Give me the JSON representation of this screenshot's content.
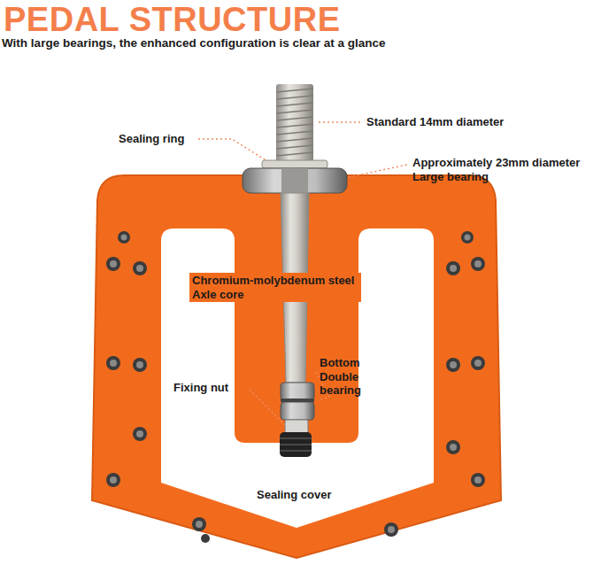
{
  "diagram": {
    "title": "PEDAL STRUCTURE",
    "labels": [
      "With large bearings, the enhanced configuration is clear at a glance",
      "Standard 14mm diameter",
      "Sealing ring",
      "Approximately 23mm diameter Large bearing",
      "Chromium-molybdenum steel Axle core",
      "Bottom Double bearing",
      "Fixing nut",
      "Sealing cover"
    ]
  }
}
